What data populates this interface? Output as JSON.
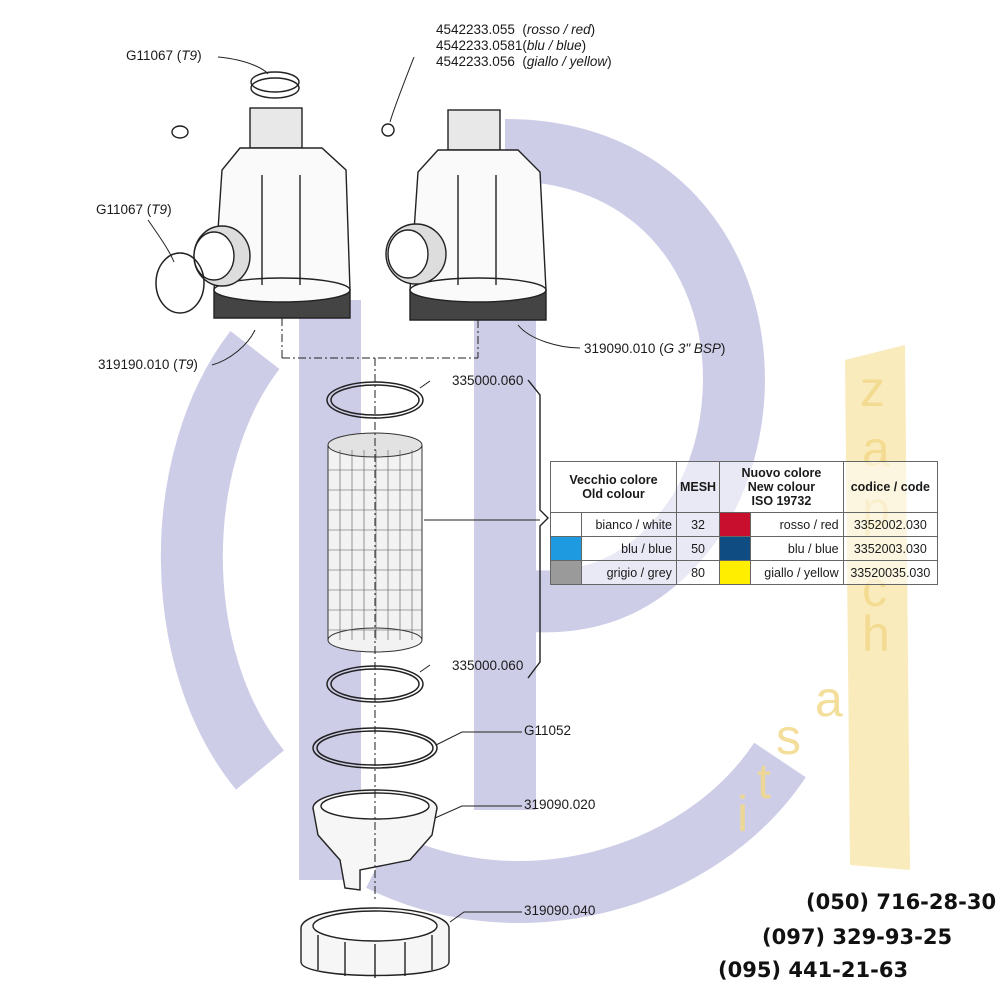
{
  "callouts": {
    "ring_top": {
      "code": "G11067",
      "note": "T9"
    },
    "ring_side": {
      "code": "G11067",
      "note": "T9"
    },
    "plug_line1": {
      "code": "4542233.055",
      "note": "rosso / red"
    },
    "plug_line2": {
      "code": "4542233.0581",
      "note": "blu / blue"
    },
    "plug_line3": {
      "code": "4542233.056",
      "note": "giallo / yellow"
    },
    "body_left": {
      "code": "319190.010",
      "note": "T9"
    },
    "body_right": {
      "code": "319090.010",
      "note": "G 3\" BSP"
    },
    "oring_upper": "335000.060",
    "oring_lower": "335000.060",
    "gasket": "G11052",
    "bowl": "319090.020",
    "nut": "319090.040"
  },
  "table": {
    "headers": {
      "old_colour": [
        "Vecchio colore",
        "Old colour"
      ],
      "mesh": "MESH",
      "new_colour": [
        "Nuovo colore",
        "New colour",
        "ISO 19732"
      ],
      "code": "codice / code"
    },
    "rows": [
      {
        "old_swatch": "#ffffff",
        "old_label": "bianco / white",
        "mesh": "32",
        "new_swatch": "#c8102e",
        "new_label": "rosso / red",
        "code": "3352002.030"
      },
      {
        "old_swatch": "#1e9be0",
        "old_label": "blu / blue",
        "mesh": "50",
        "new_swatch": "#0f4c81",
        "new_label": "blu / blue",
        "code": "3352003.030"
      },
      {
        "old_swatch": "#9a9a9a",
        "old_label": "grigio / grey",
        "mesh": "80",
        "new_swatch": "#ffee00",
        "new_label": "giallo / yellow",
        "code": "33520035.030"
      }
    ]
  },
  "watermark": {
    "letters": [
      "z",
      "a",
      "p",
      "c",
      "h",
      "a",
      "s",
      "t",
      "i"
    ],
    "logo_color": "#c9c8e6",
    "letter_color": "#f3d98a"
  },
  "phones": [
    "(050) 716-28-30",
    "(097) 329-93-25",
    "(095) 441-21-63"
  ]
}
